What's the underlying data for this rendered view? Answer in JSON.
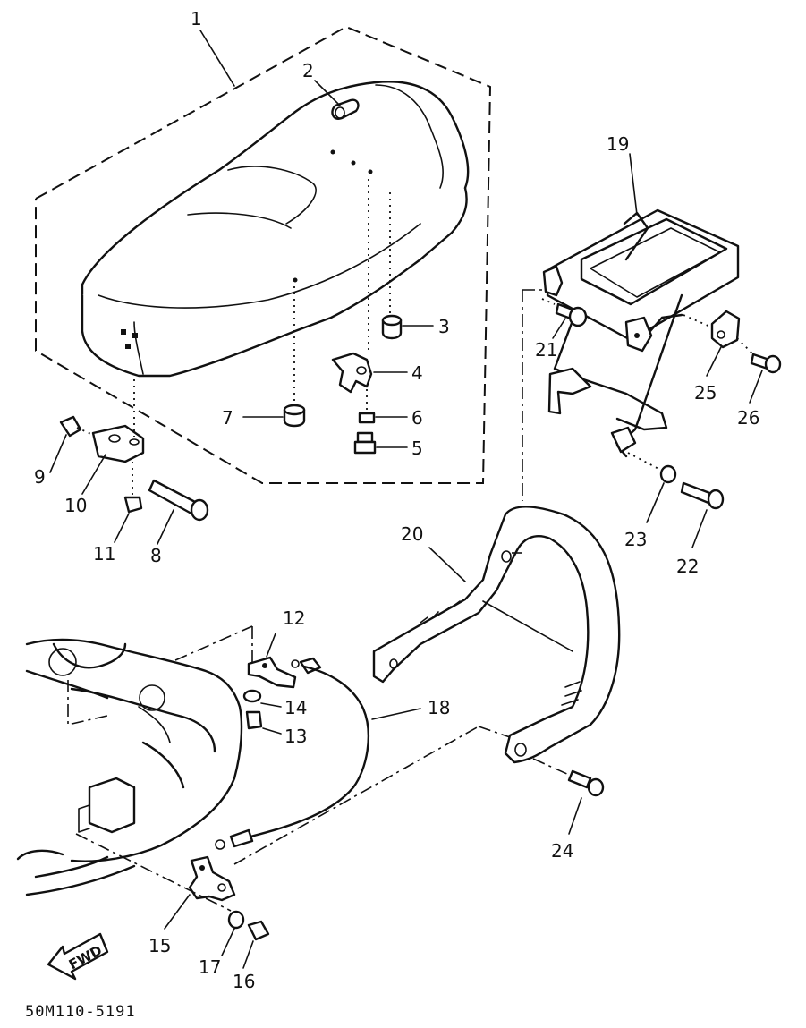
{
  "callouts": {
    "c1": "1",
    "c2": "2",
    "c3": "3",
    "c4": "4",
    "c5": "5",
    "c6": "6",
    "c7": "7",
    "c8": "8",
    "c9": "9",
    "c10": "10",
    "c11": "11",
    "c12": "12",
    "c13": "13",
    "c14": "14",
    "c15": "15",
    "c16": "16",
    "c17": "17",
    "c18": "18",
    "c19": "19",
    "c20": "20",
    "c21": "21",
    "c22": "22",
    "c23": "23",
    "c24": "24",
    "c25": "25",
    "c26": "26"
  },
  "direction_arrow": "FWD",
  "drawing_code": "50M110-5191"
}
